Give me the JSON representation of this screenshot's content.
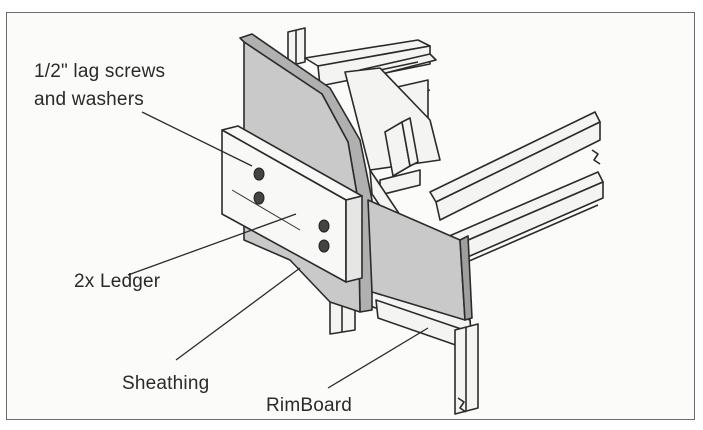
{
  "labels": {
    "lag_line1": "1/2\" lag screws",
    "lag_line2": "and washers",
    "ledger": "2x Ledger",
    "sheathing": "Sheathing",
    "rimboard": "RimBoard"
  },
  "colors": {
    "stroke": "#2b2b2b",
    "sheathing_fill": "#c9c9c9",
    "wood_fill": "#f4f4f2",
    "frame_border": "#6a6a6a"
  }
}
